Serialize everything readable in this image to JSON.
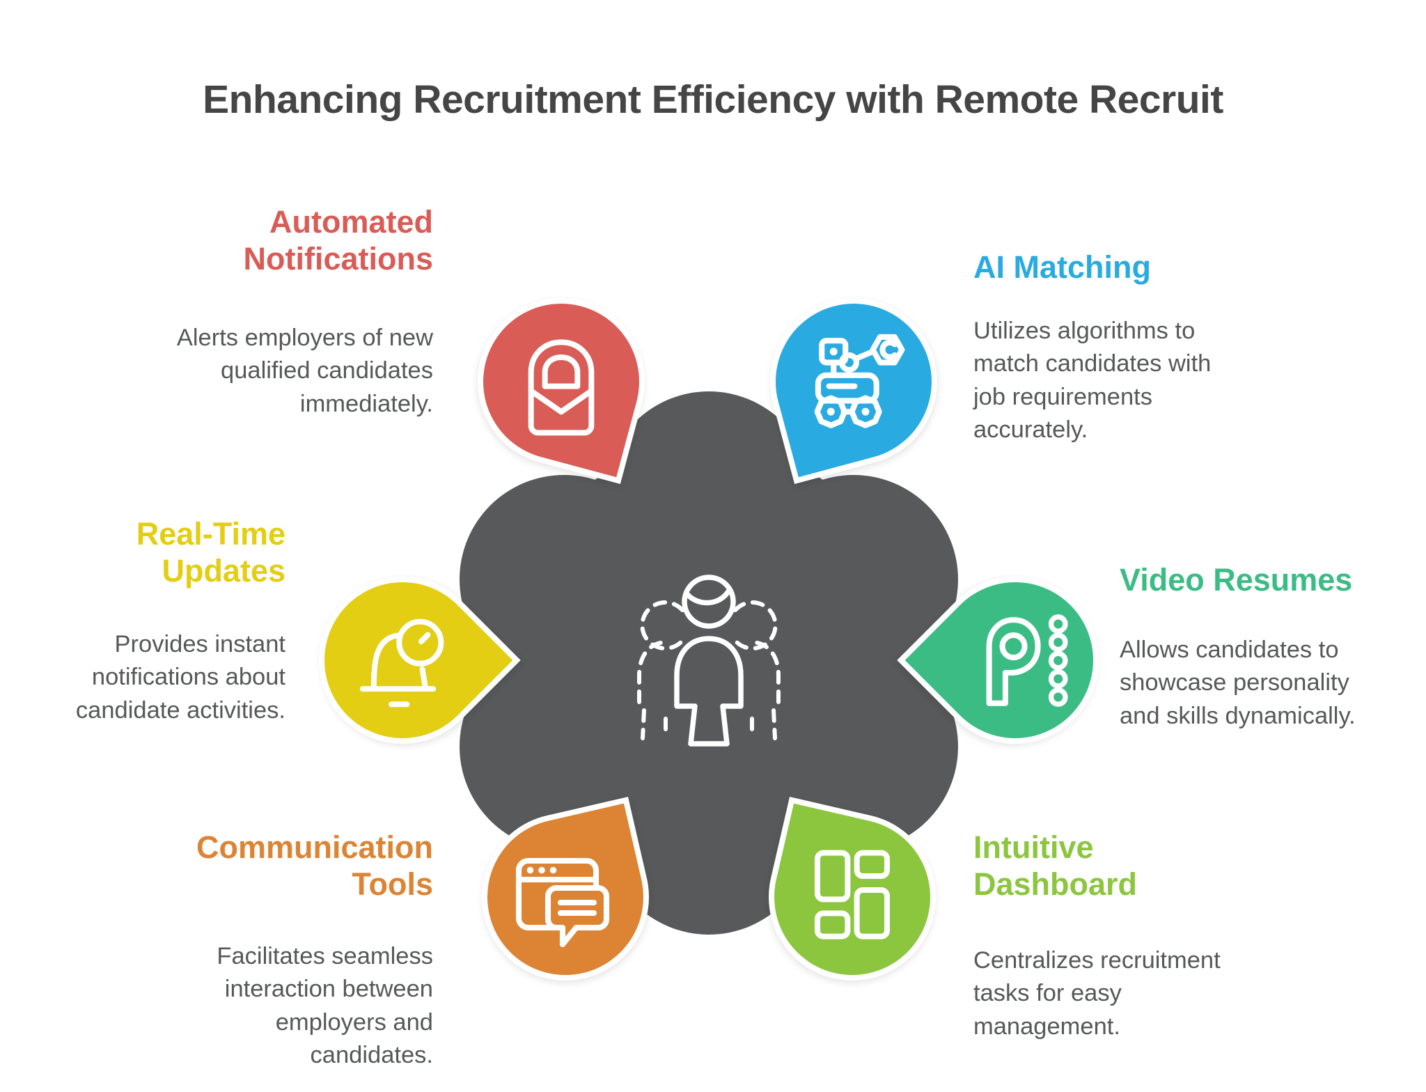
{
  "title": "Enhancing Recruitment Efficiency with Remote Recruit",
  "colors": {
    "background": "#FFFFFF",
    "title_text": "#454545",
    "body_text": "#565758",
    "center_shape": "#58595A",
    "icon_stroke": "#FFFFFF"
  },
  "center": {
    "icon": "team-candidates-icon"
  },
  "features": [
    {
      "id": "automated-notifications",
      "title": "Automated\nNotifications",
      "description": "Alerts employers of new\nqualified candidates\nimmediately.",
      "color": "#D95C56",
      "icon": "mail-notification-icon",
      "position": "top-left"
    },
    {
      "id": "ai-matching",
      "title": "AI Matching",
      "description": "Utilizes algorithms to\nmatch candidates with\njob requirements\naccurately.",
      "color": "#29ABE2",
      "icon": "robot-icon",
      "position": "top-right"
    },
    {
      "id": "real-time-updates",
      "title": "Real-Time\nUpdates",
      "description": "Provides instant\nnotifications about\ncandidate activities.",
      "color": "#E3CE13",
      "icon": "bell-clock-icon",
      "position": "middle-left"
    },
    {
      "id": "video-resumes",
      "title": "Video Resumes",
      "description": "Allows candidates to\nshowcase personality\nand skills dynamically.",
      "color": "#3CBC85",
      "icon": "letter-p-dots-icon",
      "position": "middle-right"
    },
    {
      "id": "communication-tools",
      "title": "Communication\nTools",
      "description": "Facilitates seamless\ninteraction between\nemployers and\ncandidates.",
      "color": "#DC8433",
      "icon": "browser-chat-icon",
      "position": "bottom-left"
    },
    {
      "id": "intuitive-dashboard",
      "title": "Intuitive\nDashboard",
      "description": "Centralizes recruitment\ntasks for easy\nmanagement.",
      "color": "#8CC63F",
      "icon": "dashboard-grid-icon",
      "position": "bottom-right"
    }
  ]
}
